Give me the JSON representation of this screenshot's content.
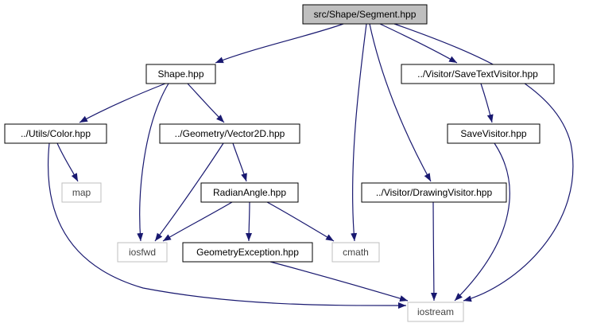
{
  "graph": {
    "nodes": [
      {
        "id": "segment",
        "label": "src/Shape/Segment.hpp",
        "kind": "root",
        "fill": "#bfbfbf",
        "stroke": "#000000"
      },
      {
        "id": "shape",
        "label": "Shape.hpp",
        "kind": "header",
        "fill": "#ffffff",
        "stroke": "#000000"
      },
      {
        "id": "savetextvisitor",
        "label": "../Visitor/SaveTextVisitor.hpp",
        "kind": "header",
        "fill": "#ffffff",
        "stroke": "#000000"
      },
      {
        "id": "color",
        "label": "../Utils/Color.hpp",
        "kind": "header",
        "fill": "#ffffff",
        "stroke": "#000000"
      },
      {
        "id": "vector2d",
        "label": "../Geometry/Vector2D.hpp",
        "kind": "header",
        "fill": "#ffffff",
        "stroke": "#000000"
      },
      {
        "id": "savevisitor",
        "label": "SaveVisitor.hpp",
        "kind": "header",
        "fill": "#ffffff",
        "stroke": "#000000"
      },
      {
        "id": "map",
        "label": "map",
        "kind": "system",
        "fill": "#ffffff",
        "stroke": "#bfbfbf"
      },
      {
        "id": "radianangle",
        "label": "RadianAngle.hpp",
        "kind": "header",
        "fill": "#ffffff",
        "stroke": "#000000"
      },
      {
        "id": "drawingvisitor",
        "label": "../Visitor/DrawingVisitor.hpp",
        "kind": "header",
        "fill": "#ffffff",
        "stroke": "#000000"
      },
      {
        "id": "iosfwd",
        "label": "iosfwd",
        "kind": "system",
        "fill": "#ffffff",
        "stroke": "#bfbfbf"
      },
      {
        "id": "geometryexception",
        "label": "GeometryException.hpp",
        "kind": "header",
        "fill": "#ffffff",
        "stroke": "#000000"
      },
      {
        "id": "cmath",
        "label": "cmath",
        "kind": "system",
        "fill": "#ffffff",
        "stroke": "#bfbfbf"
      },
      {
        "id": "iostream",
        "label": "iostream",
        "kind": "system",
        "fill": "#ffffff",
        "stroke": "#bfbfbf"
      }
    ],
    "edges": [
      {
        "from": "segment",
        "to": "shape"
      },
      {
        "from": "segment",
        "to": "savetextvisitor"
      },
      {
        "from": "segment",
        "to": "cmath"
      },
      {
        "from": "segment",
        "to": "drawingvisitor"
      },
      {
        "from": "segment",
        "to": "iostream"
      },
      {
        "from": "shape",
        "to": "color"
      },
      {
        "from": "shape",
        "to": "vector2d"
      },
      {
        "from": "shape",
        "to": "iosfwd"
      },
      {
        "from": "color",
        "to": "map"
      },
      {
        "from": "color",
        "to": "iostream"
      },
      {
        "from": "vector2d",
        "to": "radianangle"
      },
      {
        "from": "vector2d",
        "to": "iosfwd"
      },
      {
        "from": "radianangle",
        "to": "iosfwd"
      },
      {
        "from": "radianangle",
        "to": "geometryexception"
      },
      {
        "from": "radianangle",
        "to": "cmath"
      },
      {
        "from": "savetextvisitor",
        "to": "savevisitor"
      },
      {
        "from": "savevisitor",
        "to": "iostream"
      },
      {
        "from": "drawingvisitor",
        "to": "iostream"
      },
      {
        "from": "geometryexception",
        "to": "iostream"
      }
    ],
    "edge_color": "#191970"
  }
}
